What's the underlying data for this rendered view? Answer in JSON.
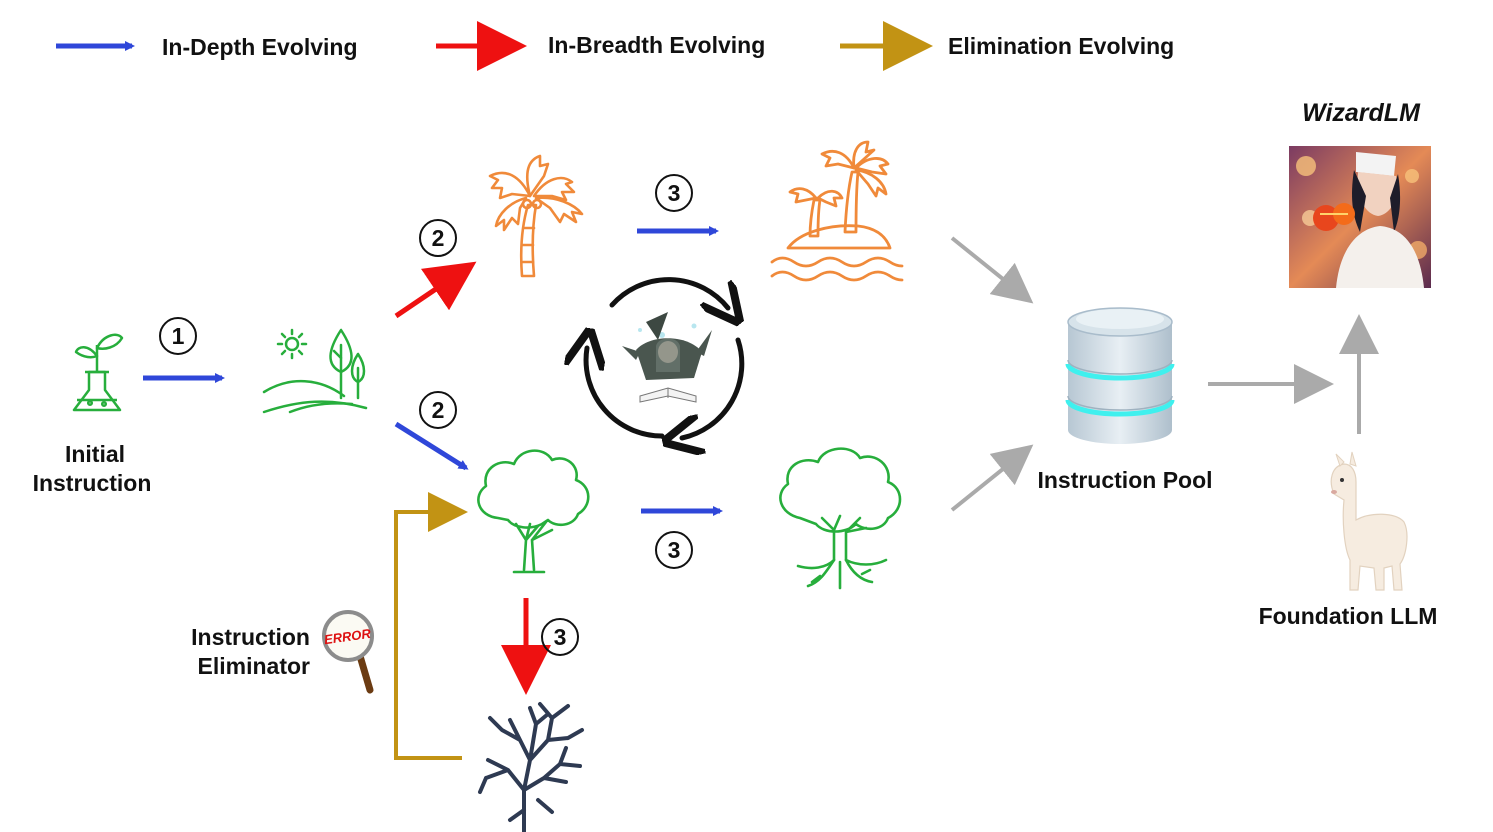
{
  "legend": {
    "in_depth": "In-Depth Evolving",
    "in_breadth": "In-Breadth Evolving",
    "elimination": "Elimination Evolving"
  },
  "nodes": {
    "initial_line1": "Initial",
    "initial_line2": "Instruction",
    "pool": "Instruction Pool",
    "eliminator_line1": "Instruction",
    "eliminator_line2": "Eliminator",
    "foundation": "Foundation LLM",
    "wizard": "WizardLM",
    "error_stamp": "ERROR"
  },
  "steps": {
    "one": "1",
    "two": "2",
    "three": "3"
  },
  "colors": {
    "in_depth": "#2f47d9",
    "in_breadth": "#ee1111",
    "elimination": "#c29314",
    "gray_arrow": "#aaaaaa",
    "green": "#27ae3c",
    "orange": "#f08a3a",
    "dead_tree": "#2e3a52"
  },
  "icons": [
    "sprout-flask-icon",
    "landscape-icon",
    "palm-tree-icon",
    "island-icon",
    "tree-icon",
    "rooted-tree-icon",
    "dead-tree-icon",
    "cycle-icon",
    "wizard-icon",
    "database-icon",
    "magnifier-icon",
    "alpaca-icon",
    "wizardlm-portrait-icon"
  ]
}
